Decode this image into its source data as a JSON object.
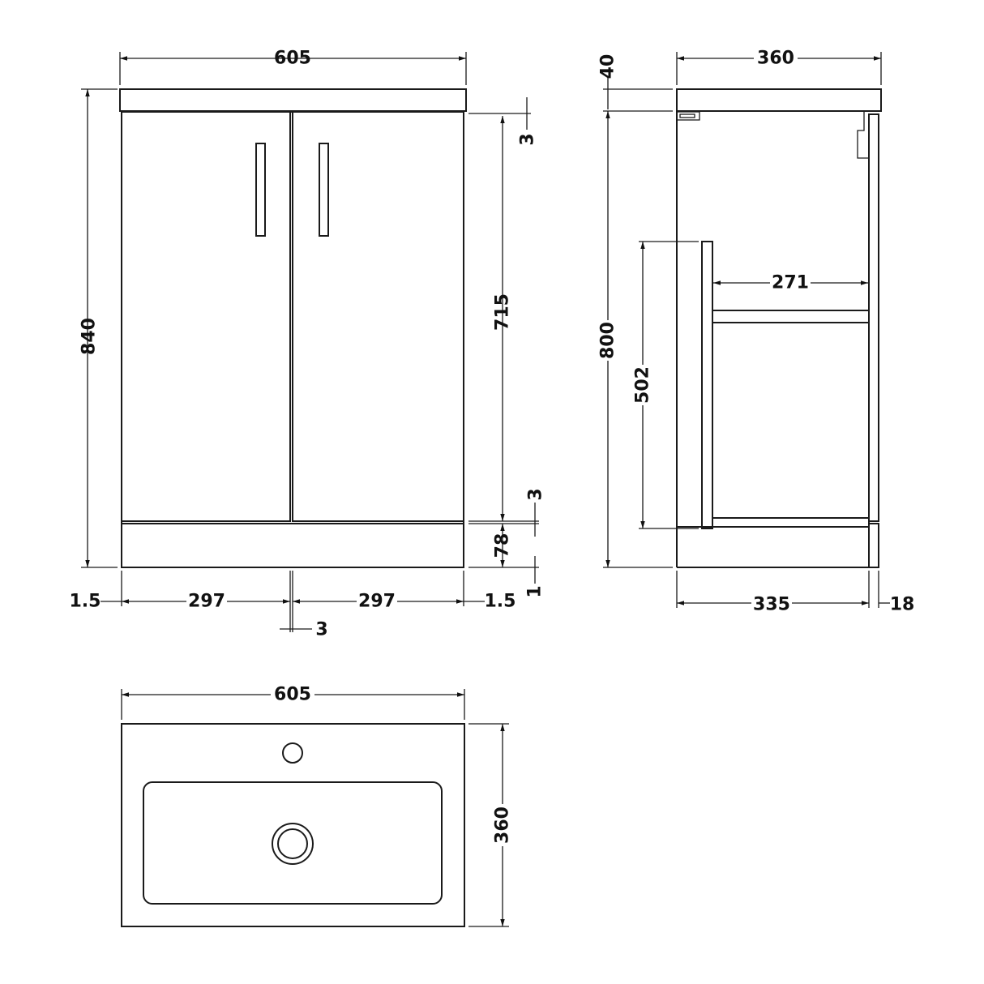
{
  "front_view": {
    "width_overall": "605",
    "height_overall": "840",
    "door_height": "715",
    "top_gap": "3",
    "bottom_gap": "3",
    "plinth_height": "78",
    "floor_gap": "1",
    "side_gap_left": "1.5",
    "door_width_left": "297",
    "door_width_right": "297",
    "side_gap_right": "1.5",
    "center_gap": "3"
  },
  "side_view": {
    "depth_overall": "360",
    "worktop_thickness": "40",
    "body_height": "800",
    "shelf_height": "502",
    "shelf_depth": "271",
    "body_depth": "335",
    "door_thickness": "18"
  },
  "plan_view": {
    "width": "605",
    "depth": "360"
  }
}
